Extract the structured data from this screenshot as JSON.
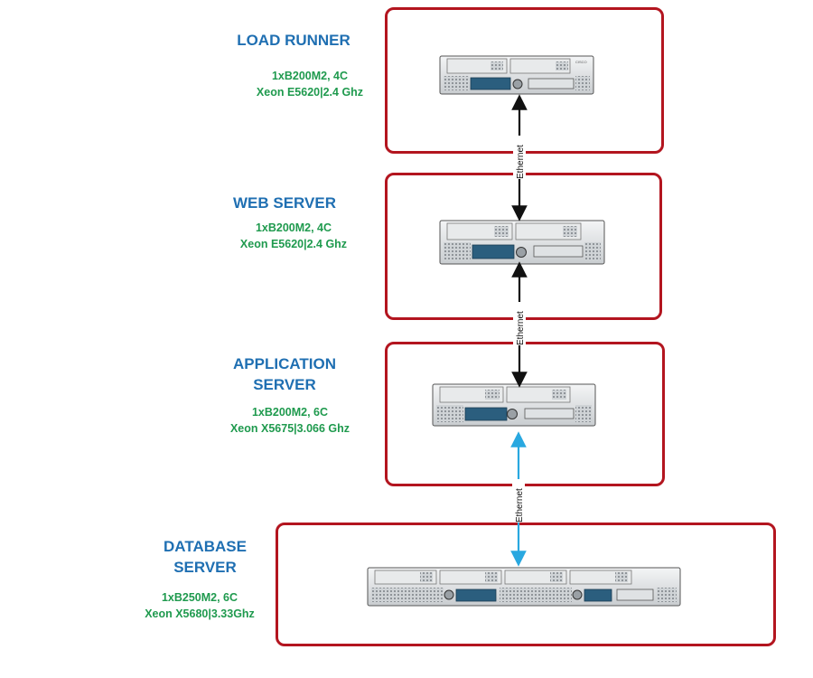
{
  "tiers": [
    {
      "title_lines": [
        "LOAD RUNNER"
      ],
      "spec_lines": [
        "1xB200M2, 4C",
        "Xeon E5620|2.4 Ghz"
      ]
    },
    {
      "title_lines": [
        "WEB SERVER"
      ],
      "spec_lines": [
        "1xB200M2, 4C",
        "Xeon E5620|2.4 Ghz"
      ]
    },
    {
      "title_lines": [
        "APPLICATION",
        "SERVER"
      ],
      "spec_lines": [
        "1xB200M2, 6C",
        "Xeon X5675|3.066 Ghz"
      ]
    },
    {
      "title_lines": [
        "DATABASE",
        "SERVER"
      ],
      "spec_lines": [
        "1xB250M2, 6C",
        "Xeon X5680|3.33Ghz"
      ]
    }
  ],
  "links": [
    {
      "label": "Ethernet",
      "color": "#111111"
    },
    {
      "label": "Ethernet",
      "color": "#111111"
    },
    {
      "label": "Ethernet",
      "color": "#29a8e0"
    }
  ],
  "colors": {
    "box_border": "#b3151f",
    "title": "#1f6fb2",
    "spec": "#1f9a4e"
  }
}
